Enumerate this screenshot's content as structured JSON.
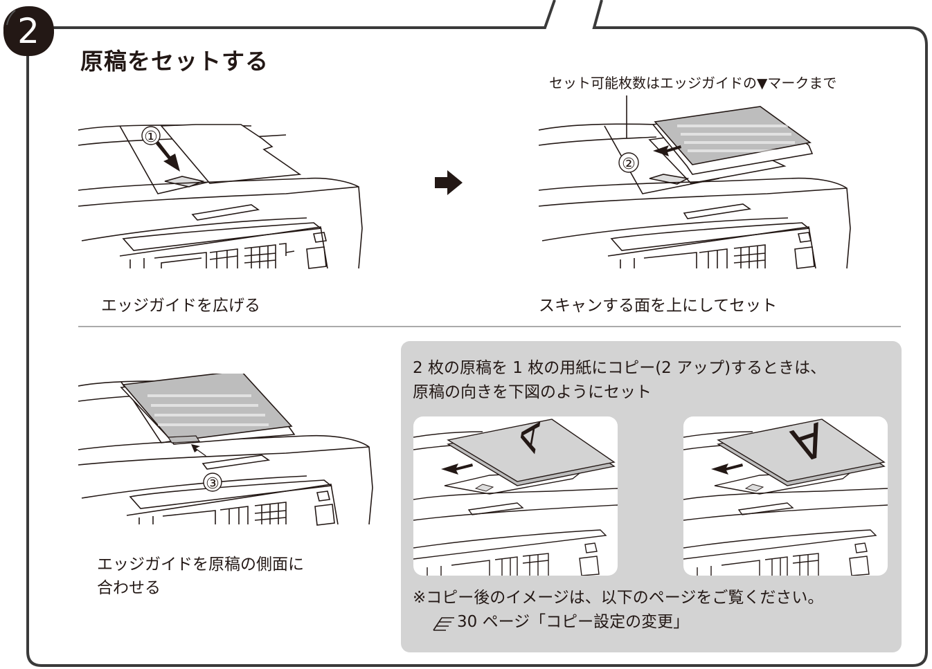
{
  "step": {
    "number": "2"
  },
  "title": "原稿をセットする",
  "top_note": "セット可能枚数はエッジガイドの▼マークまで",
  "captions": {
    "step1": "エッジガイドを広げる",
    "step2": "スキャンする面を上にしてセット",
    "step3_line1": "エッジガイドを原稿の側面に",
    "step3_line2": "合わせる"
  },
  "markers": {
    "m1": "①",
    "m2": "②",
    "m3": "③"
  },
  "box": {
    "line1": "2 枚の原稿を 1 枚の用紙にコピー(2 アップ)するときは、",
    "line2": "原稿の向きを下図のようにセット",
    "note1": "※コピー後のイメージは、以下のページをご覧ください。",
    "note2": "30 ページ「コピー設定の変更」"
  },
  "figure_letters": {
    "left": "A",
    "right": "A"
  },
  "icons": [
    "step-number-badge",
    "right-arrow-icon",
    "pointer-hand-icon"
  ]
}
